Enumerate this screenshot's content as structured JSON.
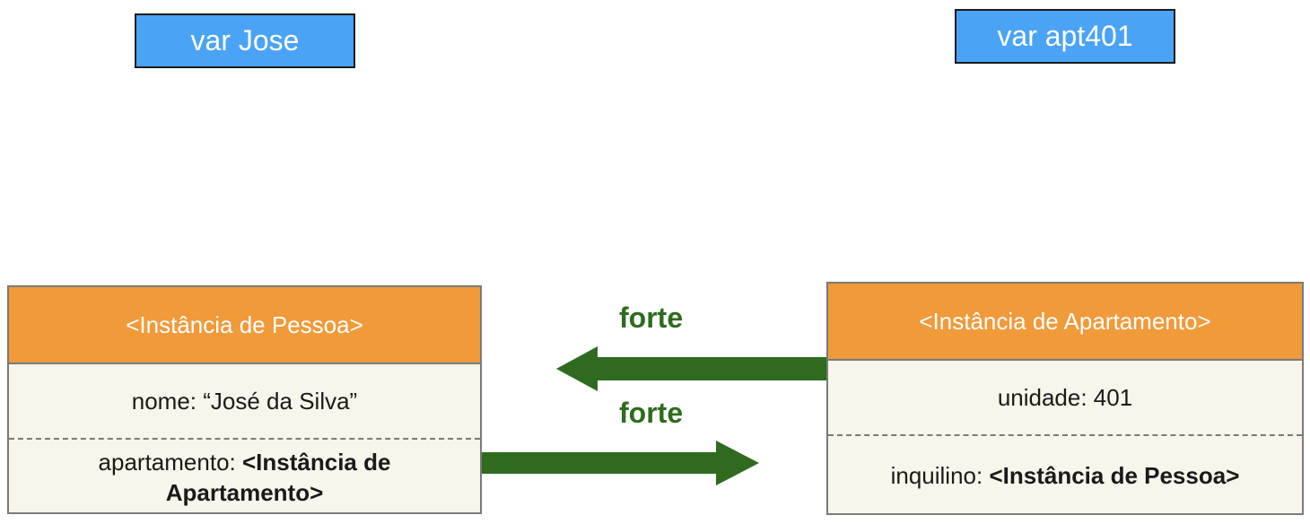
{
  "variables": {
    "jose": "var Jose",
    "apt401": "var apt401"
  },
  "pessoa": {
    "header": "<Instância de Pessoa>",
    "nome": "nome: “José da Silva”",
    "apartamento_prefix": "apartamento: ",
    "apartamento_ref_line1": "<Instância de",
    "apartamento_ref_line2": "Apartamento>"
  },
  "apartamento": {
    "header": "<Instância de Apartamento>",
    "unidade": "unidade: 401",
    "inquilino_prefix": "inquilino: ",
    "inquilino_ref": "<Instância de Pessoa>"
  },
  "references": {
    "top_label": "forte",
    "bottom_label": "forte",
    "arrow_color": "#2e6b1e"
  },
  "colors": {
    "variable_fill": "#4aa3f5",
    "instance_header": "#f09a3a",
    "instance_body": "#f8f5ea"
  }
}
